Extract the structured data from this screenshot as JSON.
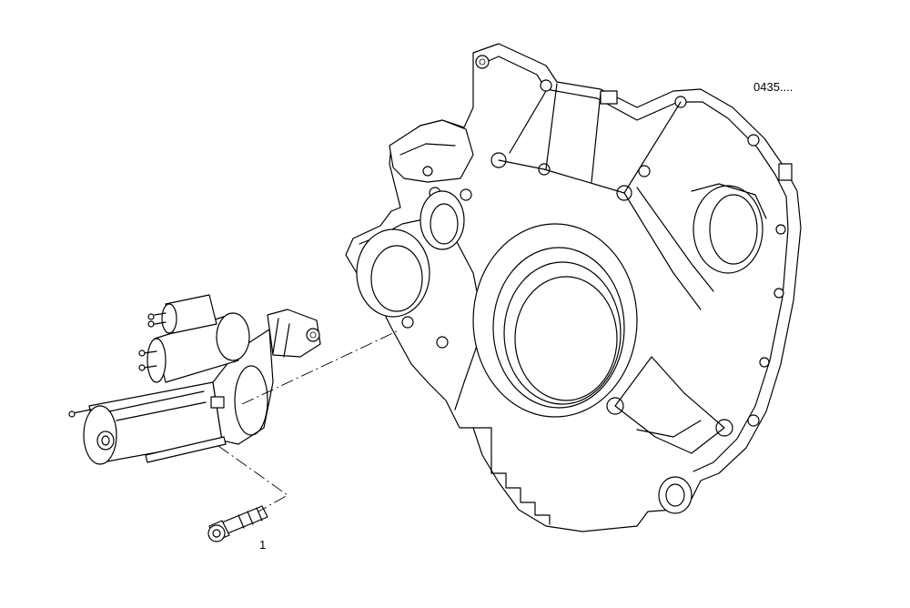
{
  "diagram": {
    "reference_code": "0435....",
    "callouts": [
      {
        "label": "1",
        "part": "bolt"
      }
    ]
  },
  "colors": {
    "line": "#000000",
    "background": "#ffffff"
  }
}
